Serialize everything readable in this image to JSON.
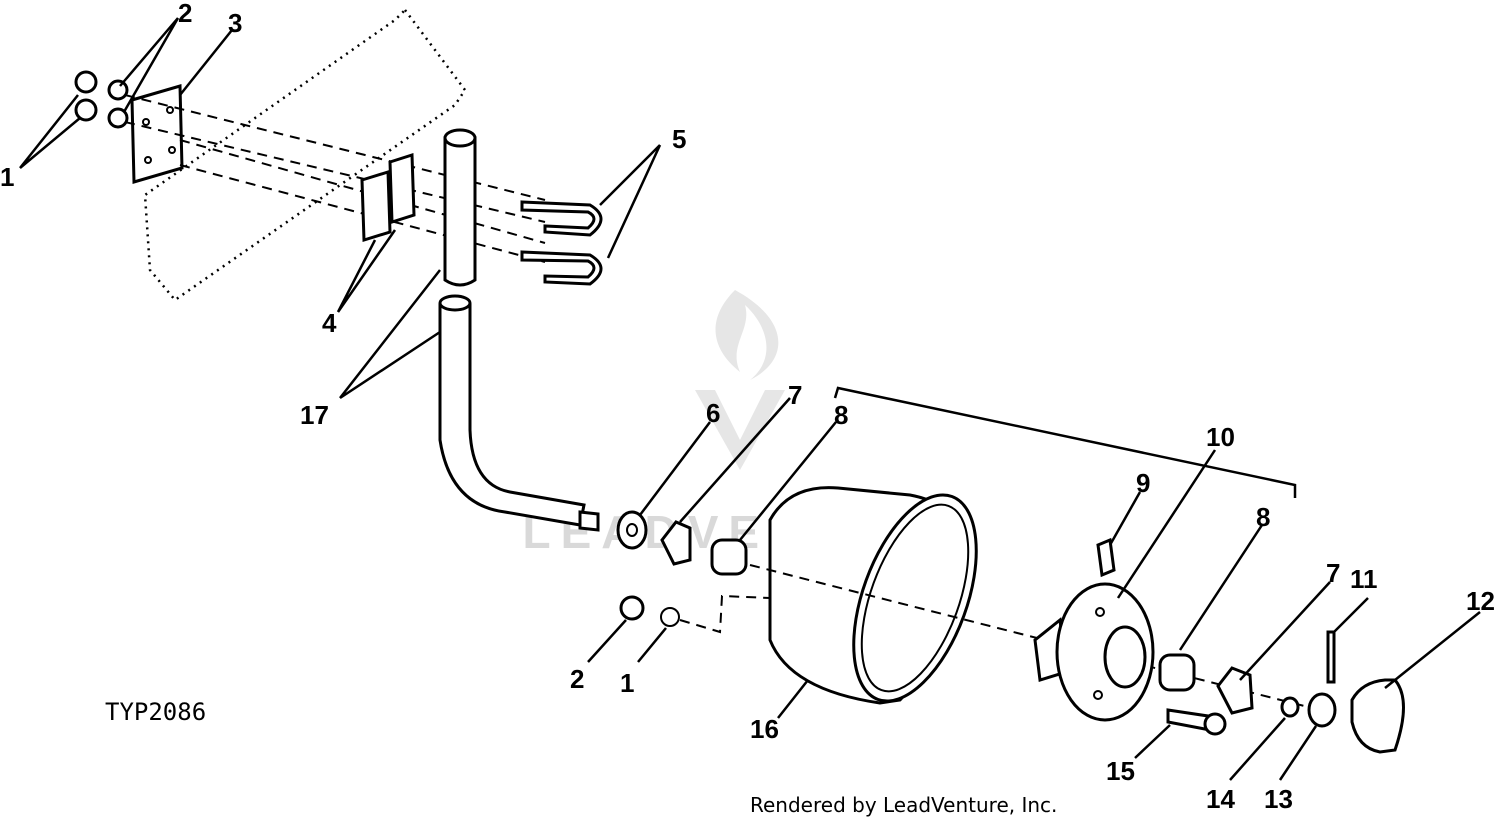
{
  "diagram": {
    "figure_code": "TYP2086",
    "credit": "Rendered by LeadVenture, Inc.",
    "watermark": "LEADVENTURE",
    "callouts": [
      "1",
      "2",
      "3",
      "4",
      "5",
      "6",
      "7",
      "8",
      "9",
      "10",
      "11",
      "12",
      "13",
      "14",
      "15",
      "16",
      "17"
    ]
  }
}
